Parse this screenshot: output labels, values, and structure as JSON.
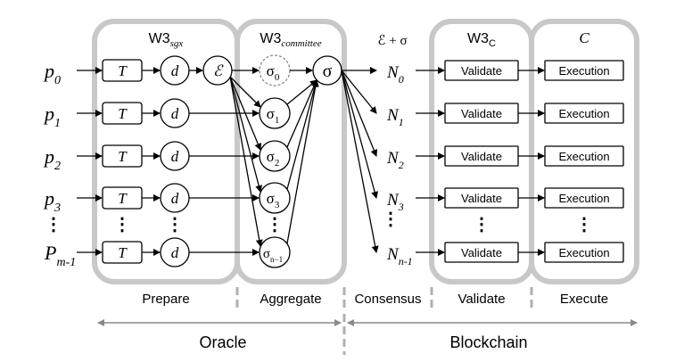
{
  "stages": {
    "sgx_title": "W3",
    "sgx_sub": "sgx",
    "committee_title": "W3",
    "committee_sub": "committee",
    "consensus_header": "ℰ + σ",
    "w3c_title": "W3",
    "w3c_sub": "C",
    "exec_title": "C"
  },
  "inputs": [
    {
      "base": "p",
      "sub": "0"
    },
    {
      "base": "p",
      "sub": "1"
    },
    {
      "base": "p",
      "sub": "2"
    },
    {
      "base": "p",
      "sub": "3"
    },
    {
      "base": "P",
      "sub": "m-1"
    }
  ],
  "ops": {
    "transform": "T",
    "digest": "d",
    "encrypt": "ℰ",
    "aggregate": "σ"
  },
  "sigmas": [
    {
      "base": "σ",
      "sub": "0"
    },
    {
      "base": "σ",
      "sub": "1"
    },
    {
      "base": "σ",
      "sub": "2"
    },
    {
      "base": "σ",
      "sub": "3"
    },
    {
      "base": "σ",
      "sub": "n−1"
    }
  ],
  "nodes": [
    {
      "base": "N",
      "sub": "0"
    },
    {
      "base": "N",
      "sub": "1"
    },
    {
      "base": "N",
      "sub": "2"
    },
    {
      "base": "N",
      "sub": "3"
    },
    {
      "base": "N",
      "sub": "n-1"
    }
  ],
  "validate_label": "Validate",
  "execution_label": "Execution",
  "ellipsis": "⋮",
  "phases": {
    "prepare": "Prepare",
    "aggregate": "Aggregate",
    "consensus": "Consensus",
    "validate": "Validate",
    "execute": "Execute"
  },
  "groups": {
    "oracle": "Oracle",
    "blockchain": "Blockchain"
  }
}
